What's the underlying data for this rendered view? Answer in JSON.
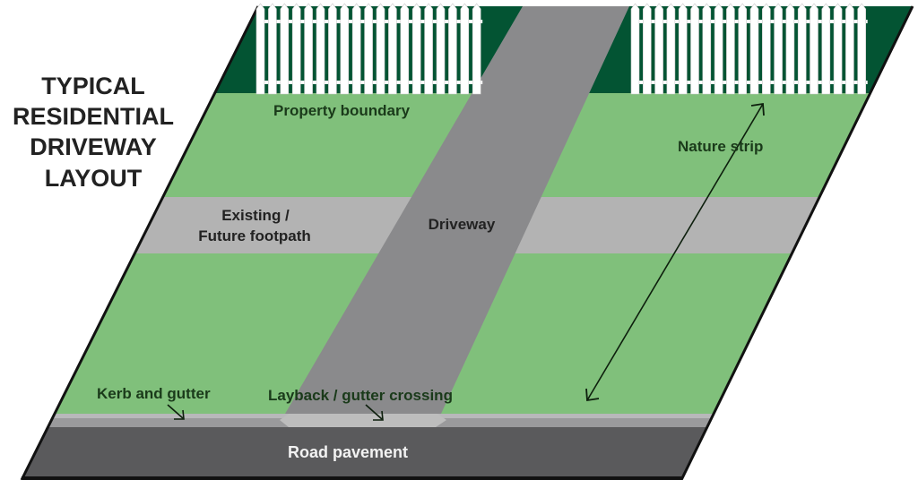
{
  "title": {
    "lines": [
      "TYPICAL",
      "RESIDENTIAL",
      "DRIVEWAY",
      "LAYOUT"
    ]
  },
  "labels": {
    "property_boundary": "Property boundary",
    "nature_strip": "Nature strip",
    "footpath_line1": "Existing /",
    "footpath_line2": "Future footpath",
    "driveway": "Driveway",
    "kerb_and_gutter": "Kerb and gutter",
    "layback": "Layback / gutter crossing",
    "road_pavement": "Road pavement"
  },
  "colors": {
    "property_dark_green": "#035433",
    "nature_strip_green": "#80c07b",
    "footpath_grey": "#b3b3b3",
    "driveway_grey": "#8a8a8c",
    "kerb_grey": "#9a9a9c",
    "layback_grey": "#bdbdbd",
    "road_grey": "#5a5a5c",
    "outline": "#111111",
    "fence_white": "#ffffff"
  },
  "fences": {
    "left_picket_count": 19,
    "right_picket_count": 20
  }
}
